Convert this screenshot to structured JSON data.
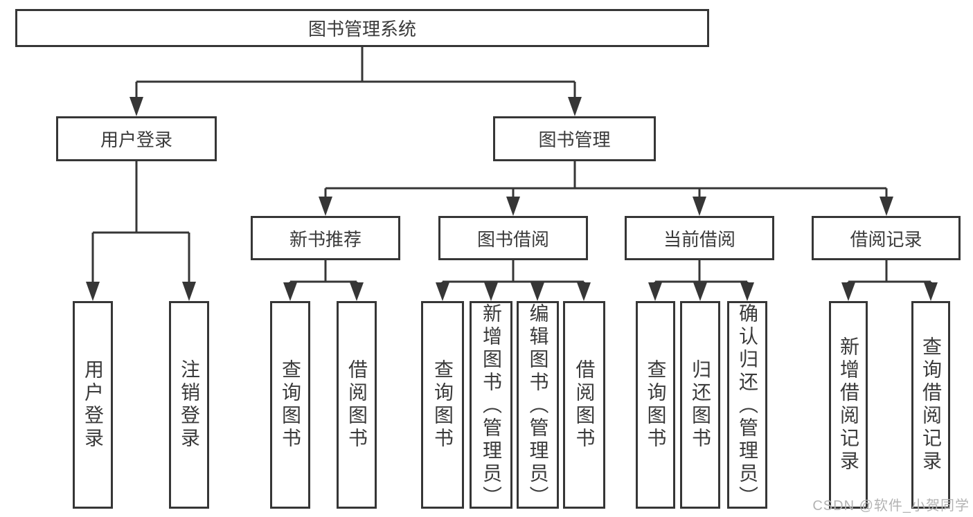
{
  "diagram_type": "functional-structure-tree",
  "tree": {
    "label": "图书管理系统",
    "children": [
      {
        "label": "用户登录",
        "children": [
          {
            "label": "用户登录"
          },
          {
            "label": "注销登录"
          }
        ]
      },
      {
        "label": "图书管理",
        "children": [
          {
            "label": "新书推荐",
            "children": [
              {
                "label": "查询图书"
              },
              {
                "label": "借阅图书"
              }
            ]
          },
          {
            "label": "图书借阅",
            "children": [
              {
                "label": "查询图书"
              },
              {
                "label": "新增图书（管理员）"
              },
              {
                "label": "编辑图书（管理员）"
              },
              {
                "label": "借阅图书"
              }
            ]
          },
          {
            "label": "当前借阅",
            "children": [
              {
                "label": "查询图书"
              },
              {
                "label": "归还图书"
              },
              {
                "label": "确认归还（管理员）"
              }
            ]
          },
          {
            "label": "借阅记录",
            "children": [
              {
                "label": "新增借阅记录"
              },
              {
                "label": "查询借阅记录"
              }
            ]
          }
        ]
      }
    ]
  },
  "watermark": {
    "text": "CSDN @软件_小贺同学"
  },
  "colors": {
    "line": "#363636",
    "box_border": "#363636",
    "text": "#3a3a3a",
    "watermark": "#b3b3b3",
    "background": "#ffffff"
  }
}
